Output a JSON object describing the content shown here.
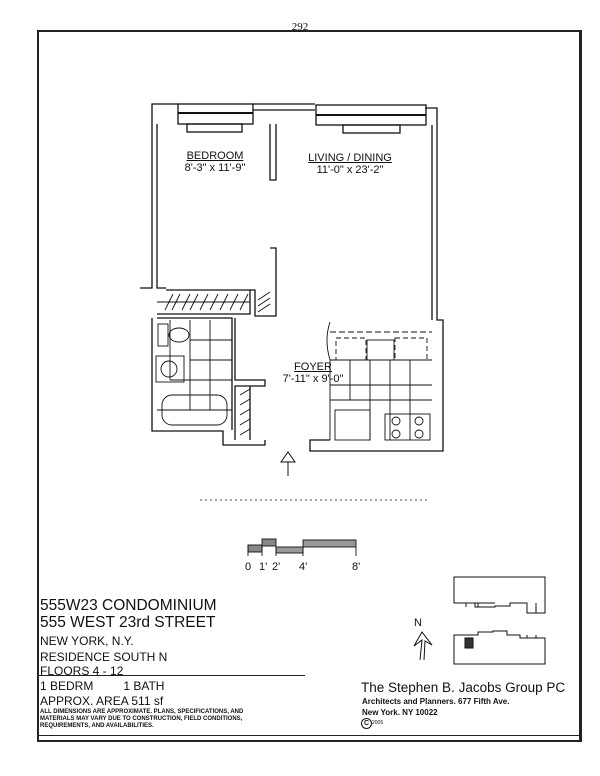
{
  "page_number": "292",
  "rooms": [
    {
      "name": "BEDROOM",
      "dims": "8'-3\" x 11'-9\""
    },
    {
      "name": "LIVING / DINING",
      "dims": "11'-0\" x 23'-2\""
    },
    {
      "name": "FOYER",
      "dims": "7'-11\" x 9'-0\""
    }
  ],
  "scale_bar": {
    "labels": [
      "0",
      "1'",
      "2'",
      "4'",
      "8'"
    ]
  },
  "north_label": "N",
  "building": {
    "name": "555W23 CONDOMINIUM",
    "address": "555 WEST 23rd STREET",
    "city": "NEW YORK,  N.Y.",
    "residence": "RESIDENCE SOUTH N",
    "floors": "FLOORS 4 - 12"
  },
  "unit": {
    "bedrooms": "1 BEDRM",
    "baths": "1 BATH",
    "area": "APPROX.  AREA  511 sf"
  },
  "disclaimer": "ALL DIMENSIONS ARE APPROXIMATE.  PLANS, SPECIFICATIONS, AND MATERIALS MAY VARY DUE TO CONSTRUCTION, FIELD CONDITIONS, REQUIREMENTS, AND AVAILABILITIES.",
  "firm": {
    "name": "The Stephen B. Jacobs Group PC",
    "line1": "Architects and Planners.  677 Fifth Ave.",
    "line2": "New York.  NY 10022",
    "copyright_year": "2005"
  }
}
